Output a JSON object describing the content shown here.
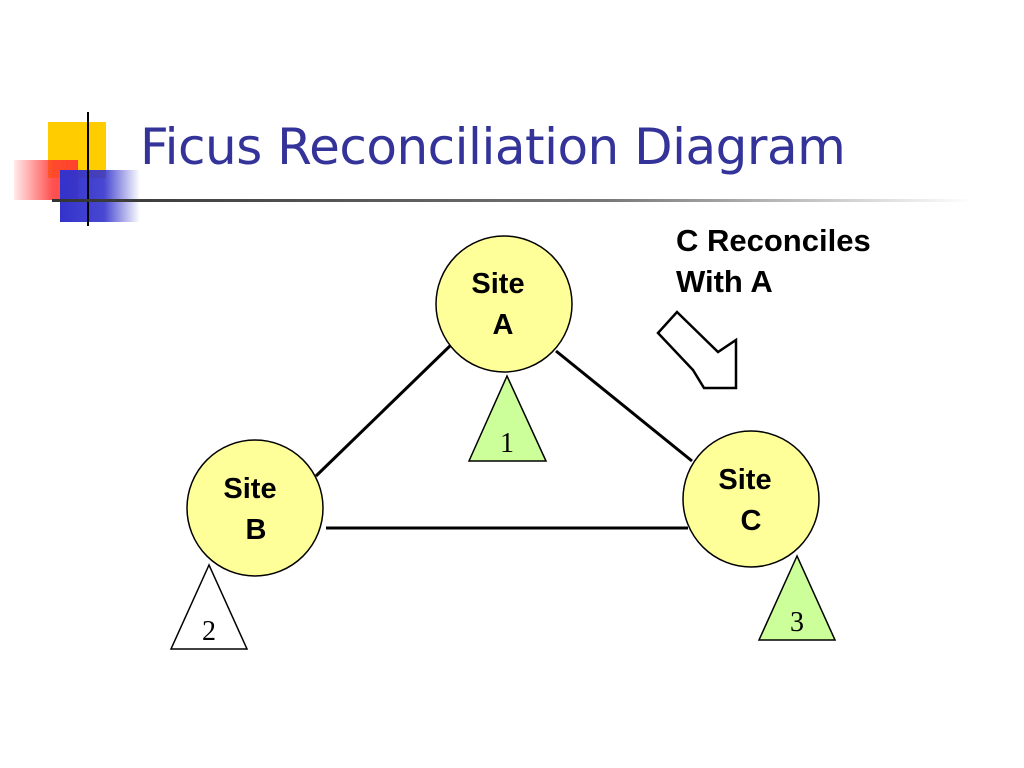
{
  "slide": {
    "title": "Ficus Reconciliation Diagram"
  },
  "callout": {
    "line1": "C Reconciles",
    "line2": "With A"
  },
  "sites": {
    "a": {
      "line1": "Site",
      "line2": "A"
    },
    "b": {
      "line1": "Site",
      "line2": "B"
    },
    "c": {
      "line1": "Site",
      "line2": "C"
    }
  },
  "triangles": {
    "a": {
      "label": "1",
      "fill": "#ccff99"
    },
    "b": {
      "label": "2",
      "fill": "#ffffff"
    },
    "c": {
      "label": "3",
      "fill": "#ccff99"
    }
  },
  "colors": {
    "title": "#333399",
    "site_fill": "#ffff99",
    "deco_yellow": "#ffcc00",
    "deco_red": "#ff3333",
    "deco_blue": "#3333cc"
  },
  "icons": {
    "arrow": "hollow-down-right-arrow-icon"
  }
}
